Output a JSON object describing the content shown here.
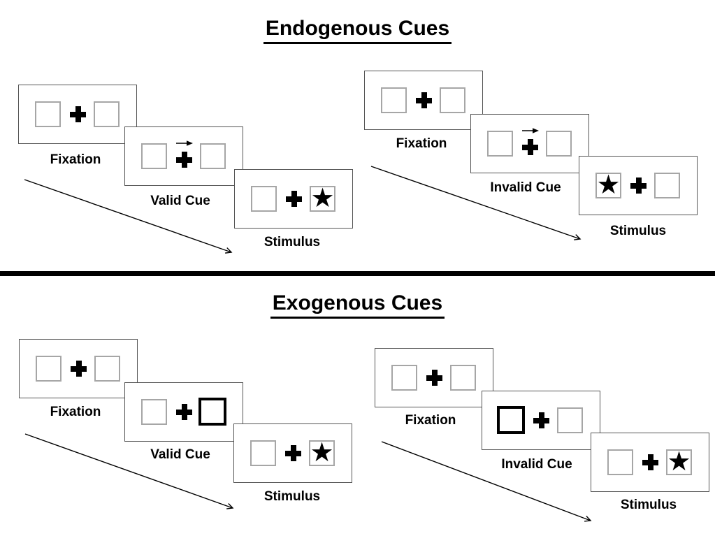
{
  "titles": {
    "endogenous": "Endogenous Cues",
    "exogenous": "Exogenous Cues"
  },
  "panels": [
    {
      "name": "endogenous-valid",
      "section": "Endogenous Cues",
      "cue_type": "central-arrow",
      "cue_direction": "right",
      "target_side": "right",
      "validity": "valid",
      "frame_labels": [
        "Fixation",
        "Valid Cue",
        "Stimulus"
      ]
    },
    {
      "name": "endogenous-invalid",
      "section": "Endogenous Cues",
      "cue_type": "central-arrow",
      "cue_direction": "right",
      "target_side": "left",
      "validity": "invalid",
      "frame_labels": [
        "Fixation",
        "Invalid Cue",
        "Stimulus"
      ]
    },
    {
      "name": "exogenous-valid",
      "section": "Exogenous Cues",
      "cue_type": "peripheral-box",
      "cue_side": "right",
      "target_side": "right",
      "validity": "valid",
      "frame_labels": [
        "Fixation",
        "Valid Cue",
        "Stimulus"
      ]
    },
    {
      "name": "exogenous-invalid",
      "section": "Exogenous Cues",
      "cue_type": "peripheral-box",
      "cue_side": "left",
      "target_side": "right",
      "validity": "invalid",
      "frame_labels": [
        "Fixation",
        "Invalid Cue",
        "Stimulus"
      ]
    }
  ],
  "glyphs": {
    "star": "★"
  },
  "colors": {
    "ink": "#000000",
    "frame_border": "#545454",
    "box_border": "#a6a6a6",
    "background": "#ffffff"
  }
}
